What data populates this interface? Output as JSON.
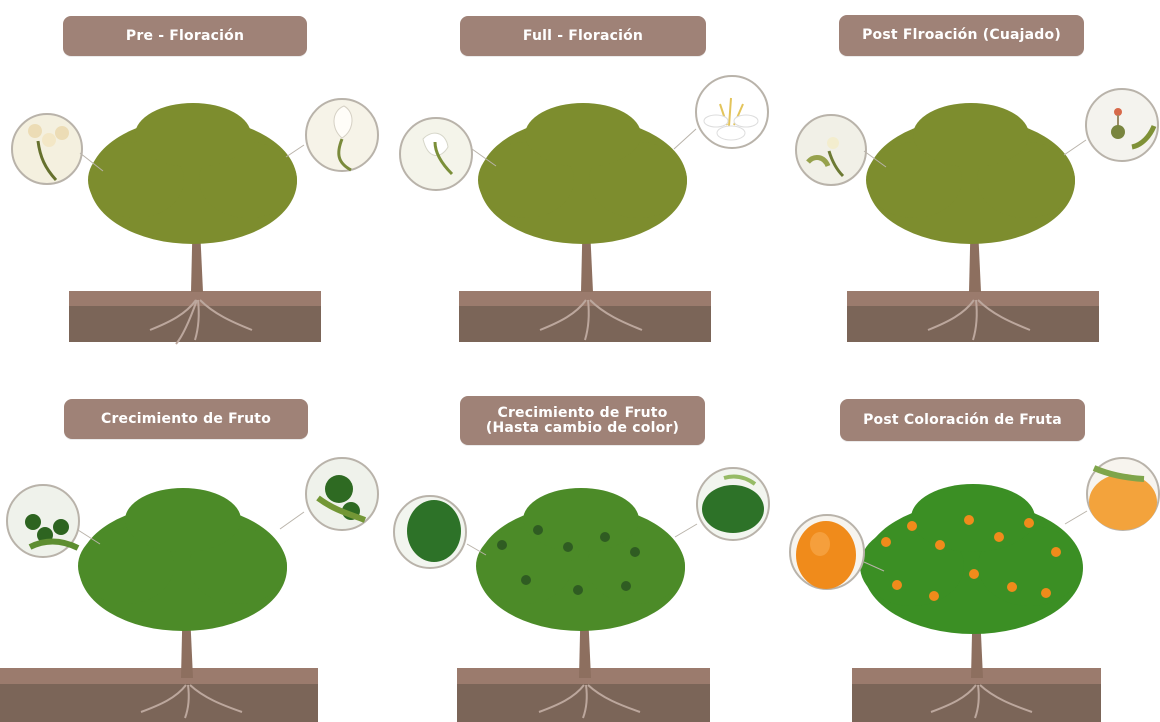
{
  "stages": [
    {
      "label": "Pre - Floración"
    },
    {
      "label": "Full - Floración"
    },
    {
      "label": "Post Flroación (Cuajado)"
    },
    {
      "label": "Crecimiento de Fruto"
    },
    {
      "label": "Crecimiento de Fruto\n(Hasta cambio de color)"
    },
    {
      "label": "Post Coloración de Fruta"
    }
  ],
  "colors": {
    "label_bg": "#9f8277",
    "soil_top": "#9b7b6d",
    "soil_bottom": "#7b6558",
    "trunk": "#8d6f5f",
    "foliage_olive": "#7d8d2e",
    "foliage_green": "#4c8b28",
    "fruit_orange": "#f08b1b"
  }
}
